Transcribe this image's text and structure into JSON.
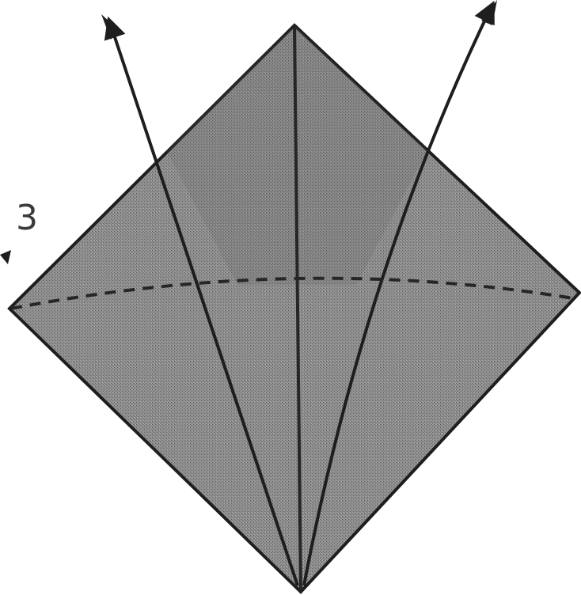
{
  "step_number": "3",
  "colors": {
    "paper_fill": "#8a8a8a",
    "paper_fill_dark": "#6e6e6e",
    "outline": "#1e1e1e",
    "fold_line": "#262626",
    "background": "#ffffff"
  },
  "symbols": {
    "arrows": [
      "arrow-up-left-icon",
      "arrow-up-right-icon",
      "arrow-left-icon"
    ],
    "lines": [
      "valley-fold-dashed-line",
      "center-crease-line",
      "curved-fold-lines"
    ]
  }
}
